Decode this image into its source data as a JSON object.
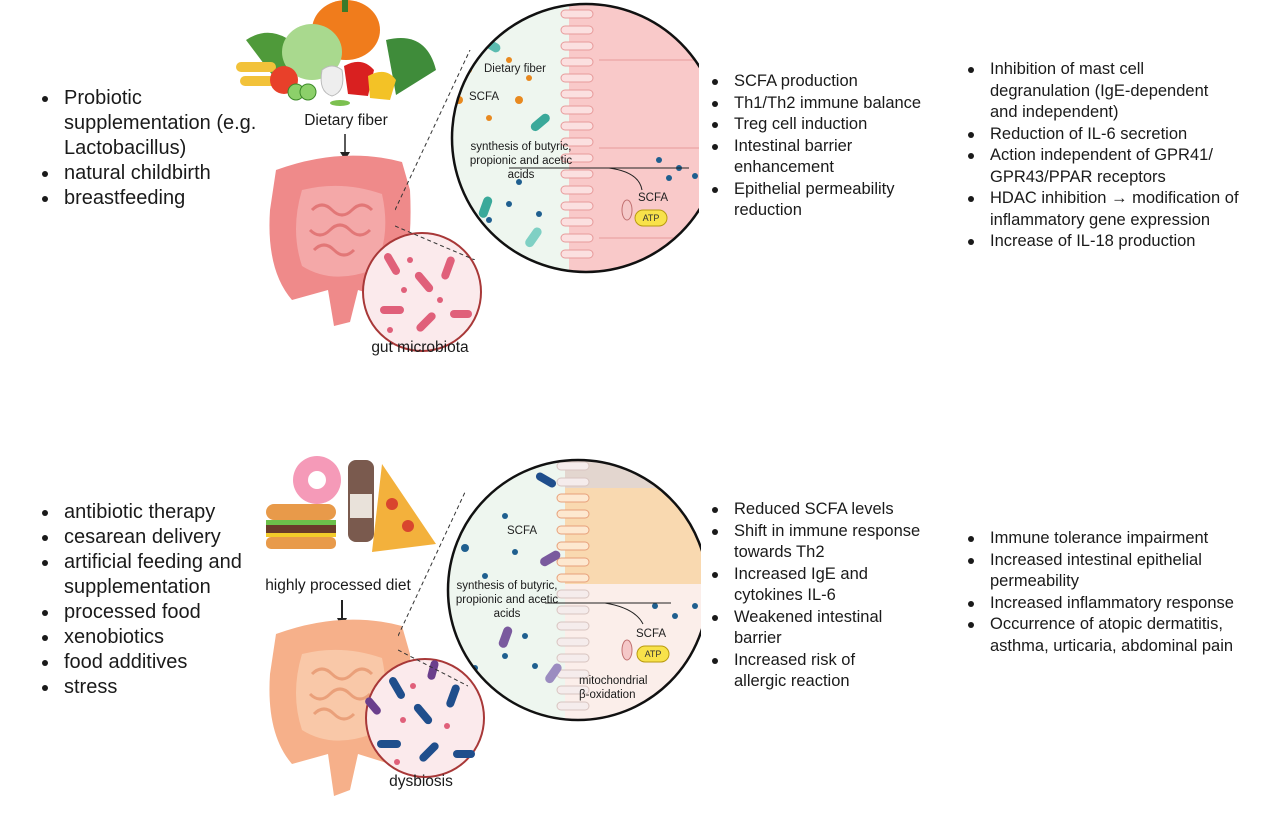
{
  "top": {
    "factors": [
      "Probiotic supplementation (e.g. Lactobacillus)",
      "natural childbirth",
      "breastfeeding"
    ],
    "diet_label": "Dietary fiber",
    "gut_label": "gut microbiota",
    "zoom_labels": {
      "fiber": "Dietary fiber",
      "scfa_lumen": "SCFA",
      "synthesis": "synthesis of butyric, propionic and acetic acids",
      "scfa_cell": "SCFA",
      "atp": "ATP"
    },
    "effects": [
      "SCFA production",
      "Th1/Th2 immune balance",
      "Treg cell induction",
      "Intestinal barrier enhancement",
      "Epithelial permeability reduction"
    ],
    "mechanisms": [
      "Inhibition of mast cell degranulation (IgE-dependent and independent)",
      "Reduction of IL-6 secretion",
      "Action independent of GPR41/ GPR43/PPAR receptors",
      "HDAC inhibition → modification of inflammatory gene expression",
      "Increase of IL-18 production"
    ],
    "colors": {
      "gut": "#ef8a8a",
      "bacteria": "#e0607a",
      "lumen": "#eef6ef",
      "epithelium": "#f9c9c9",
      "scfa_dot": "#e8891f"
    }
  },
  "bottom": {
    "factors": [
      "antibiotic therapy",
      "cesarean delivery",
      "artificial feeding and supplementation",
      "processed food",
      "xenobiotics",
      "food additives",
      "stress"
    ],
    "diet_label": "highly processed diet",
    "gut_label": "dysbiosis",
    "zoom_labels": {
      "scfa_lumen": "SCFA",
      "synthesis": "synthesis of butyric, propionic and acetic acids",
      "scfa_cell": "SCFA",
      "atp": "ATP",
      "mito": "mitochondrial β-oxidation"
    },
    "effects": [
      "Reduced SCFA levels",
      "Shift in immune response towards Th2",
      "Increased IgE and cytokines IL-6",
      "Weakened intestinal barrier",
      "Increased risk of allergic reaction"
    ],
    "outcomes": [
      "Immune tolerance impairment",
      "Increased intestinal epithelial permeability",
      "Increased inflammatory response",
      "Occurrence of atopic dermatitis, asthma, urticaria, abdominal pain"
    ],
    "colors": {
      "gut": "#f6b08a",
      "bacteria": "#1f4e8c",
      "bacteria_alt": "#6b3f8c",
      "lumen": "#eef6ef",
      "epithelium": "#f9d9b0",
      "scfa_dot": "#1f5f8f"
    }
  }
}
